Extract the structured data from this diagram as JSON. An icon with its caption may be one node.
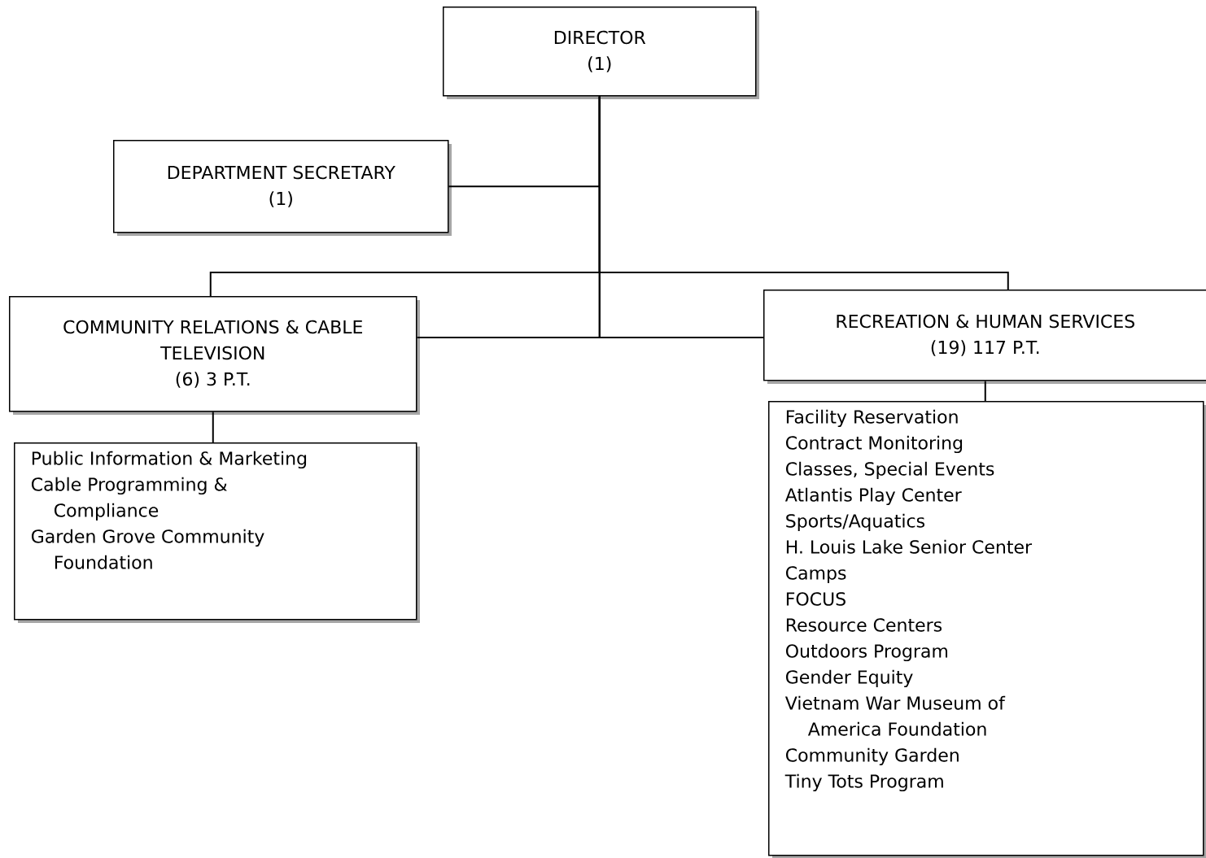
{
  "diagram": {
    "nodes": [
      {
        "text": [
          "DIRECTOR",
          "(1)"
        ]
      },
      {
        "text": [
          "DEPARTMENT SECRETARY",
          "(1)"
        ]
      },
      {
        "text": [
          "COMMUNITY RELATIONS & CABLE TELEVISION",
          "(6) 3 P.T."
        ]
      },
      {
        "text": [
          "Public Information & Marketing",
          "Cable Programming & Compliance",
          "Garden Grove Community Foundation"
        ]
      },
      {
        "text": [
          "RECREATION & HUMAN SERVICES",
          "(19) 117 P.T."
        ]
      },
      {
        "text": [
          "Facility Reservation",
          "Contract Monitoring",
          "Classes, Special Events",
          "Atlantis Play Center",
          "Sports/Aquatics",
          "H. Louis Lake Senior Center",
          "Camps",
          "FOCUS",
          "Resource Centers",
          "Outdoors Program",
          "Gender Equity",
          "Vietnam War Museum of America Foundation",
          "Community Garden",
          "Tiny Tots Program"
        ]
      }
    ],
    "edges": [
      {
        "from": 0,
        "to": 1,
        "arrow": "none"
      },
      {
        "from": 0,
        "to": 2,
        "arrow": "none"
      },
      {
        "from": 0,
        "to": 4,
        "arrow": "none"
      },
      {
        "from": 0,
        "to": 2,
        "arrow": "none"
      },
      {
        "from": 0,
        "to": 4,
        "arrow": "none"
      },
      {
        "from": 2,
        "to": 3,
        "arrow": "none"
      },
      {
        "from": 4,
        "to": 5,
        "arrow": "none"
      }
    ]
  }
}
